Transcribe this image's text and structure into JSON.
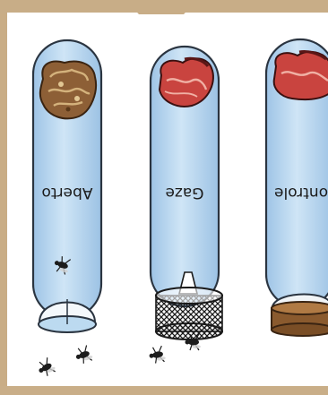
{
  "tubes": [
    {
      "label": "Aberto",
      "top_item": "meat-decayed",
      "bottom_item": "open-dome-cap"
    },
    {
      "label": "Gaze",
      "top_item": "meat-fresh",
      "bottom_item": "mesh-cage-cap"
    },
    {
      "label": "Controle",
      "top_item": "meat-fresh",
      "bottom_item": "sealed-cap"
    }
  ],
  "colors": {
    "background": "#c9ad86",
    "panel": "#ffffff",
    "tube_fill": "#bcdaf0",
    "tube_stroke": "#2a3440",
    "meat_red": "#c9443f",
    "meat_decayed": "#9a6a3c",
    "fly": "#1c1c1c",
    "cap_brown": "#8a5a2e"
  }
}
